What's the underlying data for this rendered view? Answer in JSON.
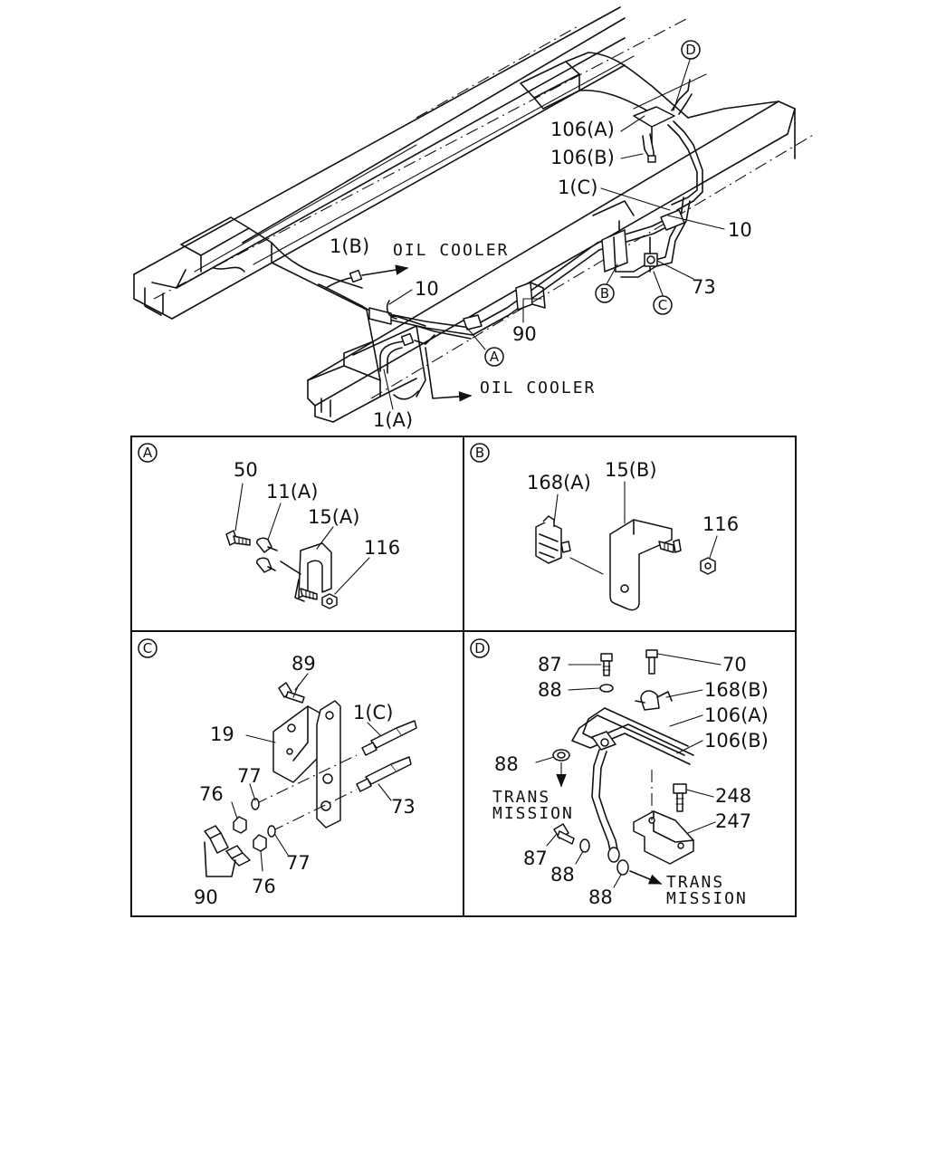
{
  "overview": {
    "destinations": {
      "oil_cooler_upper": "OIL COOLER",
      "oil_cooler_lower": "OIL COOLER"
    },
    "labels": {
      "p106a": "106(A)",
      "p106b": "106(B)",
      "p1c": "1(C)",
      "p10_right": "10",
      "p73": "73",
      "p1b": "1(B)",
      "p10_left": "10",
      "p90": "90",
      "p1a": "1(A)"
    },
    "callouts": {
      "A": "A",
      "B": "B",
      "C": "C",
      "D": "D"
    }
  },
  "detail_a": {
    "callout": "A",
    "labels": {
      "p50": "50",
      "p11a": "11(A)",
      "p15a": "15(A)",
      "p116": "116"
    }
  },
  "detail_b": {
    "callout": "B",
    "labels": {
      "p168a": "168(A)",
      "p15b": "15(B)",
      "p116": "116"
    }
  },
  "detail_c": {
    "callout": "C",
    "labels": {
      "p89": "89",
      "p1c": "1(C)",
      "p19": "19",
      "p77_upper": "77",
      "p76_upper": "76",
      "p73": "73",
      "p77_lower": "77",
      "p76_lower": "76",
      "p90": "90"
    }
  },
  "detail_d": {
    "callout": "D",
    "labels": {
      "p87_upper": "87",
      "p70": "70",
      "p88_upper": "88",
      "p168b": "168(B)",
      "p106a": "106(A)",
      "p88_mid": "88",
      "p106b": "106(B)",
      "p248": "248",
      "p247": "247",
      "p87_lower": "87",
      "p88_lower_left": "88",
      "p88_lower_right": "88"
    },
    "trans_left": {
      "line1": "TRANS",
      "line2": "MISSION"
    },
    "trans_right": {
      "line1": "TRANS",
      "line2": "MISSION"
    }
  }
}
